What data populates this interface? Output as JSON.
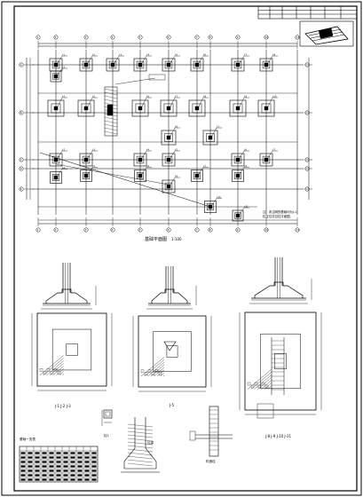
{
  "drawing": {
    "plan_title": "基础平面图",
    "plan_scale": "1:100",
    "plan_note_line1": "注：未注明的基础均为J-1，",
    "plan_note_line2": "柱定位详见柱平面图。",
    "section_1_label": "J-1 J-2 J-3",
    "section_2_label": "J-5",
    "section_3_label": "J-8 J-9 J-10 J-11",
    "detail_left_label": "柱1",
    "detail_mid_label": "拉梁",
    "detail_right_label": "构造柱",
    "table_title": "基础一览表"
  },
  "plan": {
    "axis_numbers": [
      "1",
      "2",
      "3",
      "4",
      "5",
      "6",
      "7",
      "8",
      "9",
      "10",
      "11"
    ],
    "axis_letters": [
      "A",
      "B",
      "C",
      "D",
      "E"
    ],
    "footing_marks": [
      "J-1",
      "J-2",
      "J-3",
      "J-4",
      "J-5",
      "J-6",
      "J-7",
      "J-8",
      "J-9",
      "J-10",
      "J-11"
    ]
  },
  "colors": {
    "line": "#000000",
    "paper": "#ffffff"
  }
}
